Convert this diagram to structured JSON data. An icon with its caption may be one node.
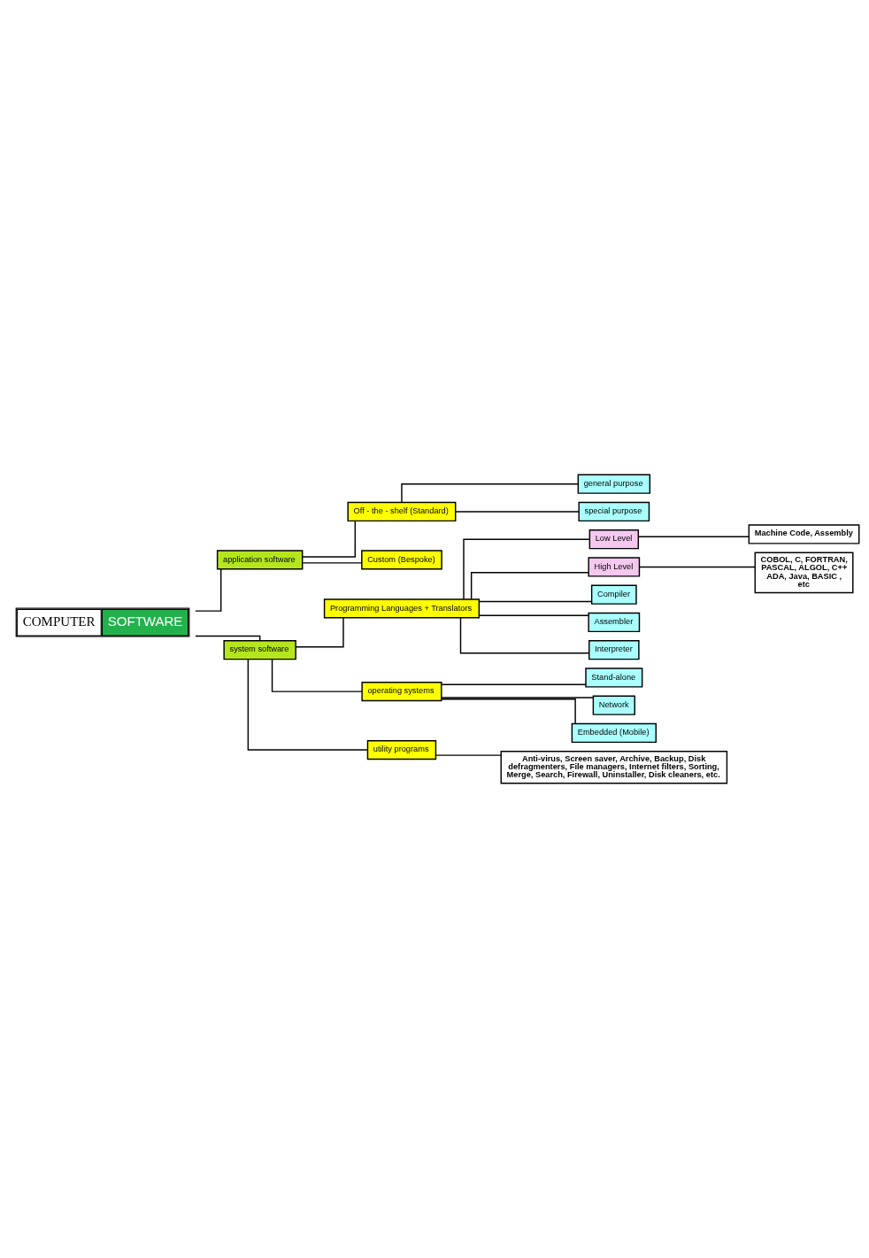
{
  "diagram": {
    "nodes": [
      {
        "text": [
          "COMPUTER",
          "SOFTWARE"
        ]
      },
      {
        "text": [
          "application software"
        ]
      },
      {
        "text": [
          "system software"
        ]
      },
      {
        "text": [
          "Off - the - shelf (Standard)"
        ]
      },
      {
        "text": [
          "Custom (Bespoke)"
        ]
      },
      {
        "text": [
          "general purpose"
        ]
      },
      {
        "text": [
          "special purpose"
        ]
      },
      {
        "text": [
          "Programming Languages + Translators"
        ]
      },
      {
        "text": [
          "Low Level"
        ]
      },
      {
        "text": [
          "High Level"
        ]
      },
      {
        "text": [
          "Machine Code, Assembly"
        ]
      },
      {
        "text": [
          "COBOL, C, FORTRAN, PASCAL, ALGOL, C++ ADA, Java, BASIC , etc"
        ]
      },
      {
        "text": [
          "Compiler"
        ]
      },
      {
        "text": [
          "Assembler"
        ]
      },
      {
        "text": [
          "Interpreter"
        ]
      },
      {
        "text": [
          "operating systems"
        ]
      },
      {
        "text": [
          "utility programs"
        ]
      },
      {
        "text": [
          "Stand-alone"
        ]
      },
      {
        "text": [
          "Network"
        ]
      },
      {
        "text": [
          "Embedded (Mobile)"
        ]
      },
      {
        "text": [
          "Anti-virus, Screen saver, Archive, Backup, Disk defragmenters, File managers, Internet filters, Sorting, Merge, Search, Firewall, Uninstaller, Disk cleaners, etc."
        ]
      }
    ],
    "edges": [
      {
        "from": 0,
        "to": 1,
        "arrow": "none"
      },
      {
        "from": 0,
        "to": 2,
        "arrow": "none"
      },
      {
        "from": 1,
        "to": 3,
        "arrow": "none"
      },
      {
        "from": 1,
        "to": 4,
        "arrow": "none"
      },
      {
        "from": 3,
        "to": 5,
        "arrow": "none"
      },
      {
        "from": 3,
        "to": 6,
        "arrow": "none"
      },
      {
        "from": 2,
        "to": 7,
        "arrow": "none"
      },
      {
        "from": 2,
        "to": 15,
        "arrow": "none"
      },
      {
        "from": 2,
        "to": 16,
        "arrow": "none"
      },
      {
        "from": 7,
        "to": 8,
        "arrow": "none"
      },
      {
        "from": 7,
        "to": 9,
        "arrow": "none"
      },
      {
        "from": 7,
        "to": 12,
        "arrow": "none"
      },
      {
        "from": 7,
        "to": 13,
        "arrow": "none"
      },
      {
        "from": 7,
        "to": 14,
        "arrow": "none"
      },
      {
        "from": 8,
        "to": 10,
        "arrow": "none"
      },
      {
        "from": 9,
        "to": 11,
        "arrow": "none"
      },
      {
        "from": 15,
        "to": 17,
        "arrow": "none"
      },
      {
        "from": 15,
        "to": 18,
        "arrow": "none"
      },
      {
        "from": 15,
        "to": 19,
        "arrow": "none"
      },
      {
        "from": 16,
        "to": 20,
        "arrow": "none"
      }
    ]
  }
}
